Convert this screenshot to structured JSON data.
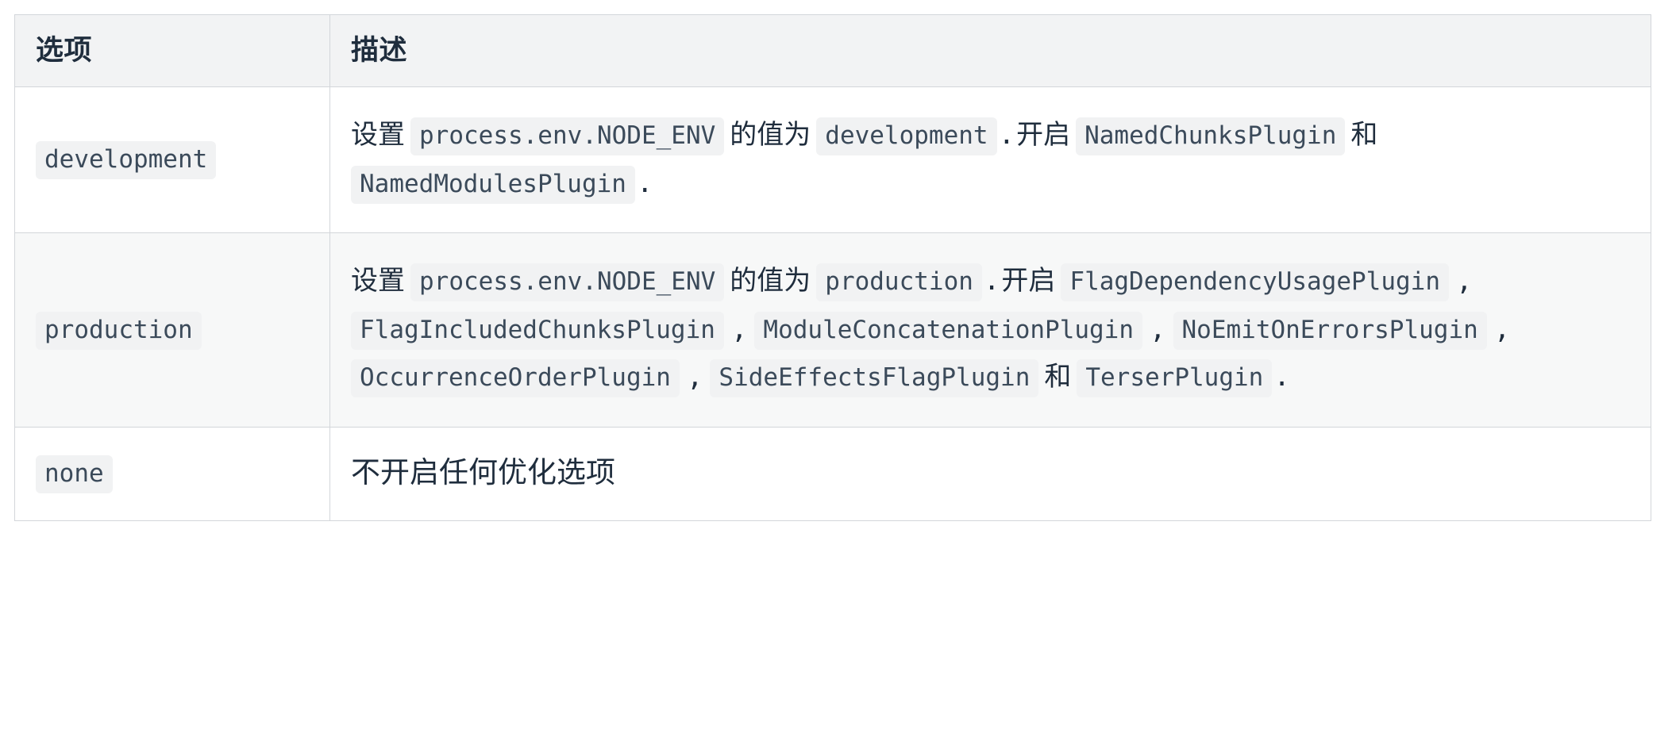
{
  "table": {
    "headers": {
      "option": "选项",
      "description": "描述"
    },
    "rows": [
      {
        "option": "development",
        "description_plain": "设置 process.env.NODE_ENV 的值为 development . 开启 NamedChunksPlugin 和 NamedModulesPlugin .",
        "parts": {
          "t1": "设置",
          "c1": "process.env.NODE_ENV",
          "t2": "的值为",
          "c2": "development",
          "p1": ".",
          "t3": "开启",
          "c3": "NamedChunksPlugin",
          "t4": "和",
          "c4": "NamedModulesPlugin",
          "p2": "."
        }
      },
      {
        "option": "production",
        "description_plain": "设置 process.env.NODE_ENV 的值为 production . 开启 FlagDependencyUsagePlugin , FlagIncludedChunksPlugin , ModuleConcatenationPlugin , NoEmitOnErrorsPlugin , OccurrenceOrderPlugin , SideEffectsFlagPlugin 和 TerserPlugin .",
        "parts": {
          "t1": "设置",
          "c1": "process.env.NODE_ENV",
          "t2": "的值为",
          "c2": "production",
          "p1": ".",
          "t3": "开启",
          "c3": "FlagDependencyUsagePlugin",
          "s1": ",",
          "c4": "FlagIncludedChunksPlugin",
          "s2": ",",
          "c5": "ModuleConcatenationPlugin",
          "s3": ",",
          "c6": "NoEmitOnErrorsPlugin",
          "s4": ",",
          "c7": "OccurrenceOrderPlugin",
          "s5": ",",
          "c8": "SideEffectsFlagPlugin",
          "t4": "和",
          "c9": "TerserPlugin",
          "p2": "."
        }
      },
      {
        "option": "none",
        "description_plain": "不开启任何优化选项"
      }
    ]
  },
  "colors": {
    "border": "#d3d6da",
    "header_bg": "#f2f3f4",
    "stripe_bg": "#f7f8f8",
    "chip_bg": "#f1f2f3",
    "chip_text": "#3b4a5a",
    "text": "#1f2d3d"
  }
}
